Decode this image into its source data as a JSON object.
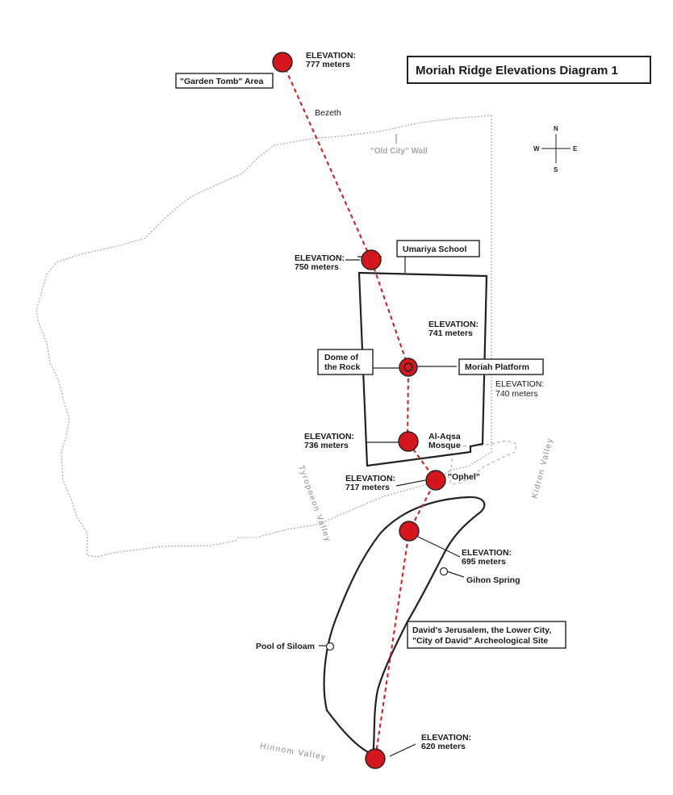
{
  "title": "Moriah Ridge Elevations Diagram 1",
  "colors": {
    "marker": "#d4171e",
    "ridge_line": "#d4171e",
    "outline": "#222222",
    "wall": "#a0a0a0"
  },
  "compass": {
    "n": "N",
    "s": "S",
    "e": "E",
    "w": "W"
  },
  "points": [
    {
      "id": "garden-tomb",
      "elevation_label": "ELEVATION:",
      "elevation": "777 meters",
      "site": "\"Garden Tomb\" Area"
    },
    {
      "id": "umariya",
      "elevation_label": "ELEVATION:",
      "elevation": "750 meters",
      "site": "Umariya School"
    },
    {
      "id": "dome",
      "elevation_label": "ELEVATION:",
      "elevation": "741 meters",
      "site_line1": "Dome of",
      "site_line2": "the Rock"
    },
    {
      "id": "aqsa",
      "elevation_label": "ELEVATION:",
      "elevation": "736 meters",
      "site_line1": "Al-Aqsa",
      "site_line2": "Mosque"
    },
    {
      "id": "ophel",
      "elevation_label": "ELEVATION:",
      "elevation": "717 meters",
      "site": "\"Ophel\""
    },
    {
      "id": "city-david",
      "elevation_label": "ELEVATION:",
      "elevation": "695 meters"
    },
    {
      "id": "hinnom",
      "elevation_label": "ELEVATION:",
      "elevation": "620 meters"
    }
  ],
  "platform": {
    "label": "Moriah Platform",
    "elevation_label": "ELEVATION:",
    "elevation": "740 meters"
  },
  "labels": {
    "bezeth": "Bezeth",
    "old_city_wall": "\"Old City\" Wall",
    "kidron": "Kidron Valley",
    "tyropoeon": "Tyropoeon Valley",
    "hinnom": "Hinnom Valley",
    "gihon": "Gihon Spring",
    "siloam": "Pool of Siloam",
    "city_of_david_line1": "David's Jerusalem, the Lower City,",
    "city_of_david_line2": "\"City of David\" Archeological Site"
  }
}
